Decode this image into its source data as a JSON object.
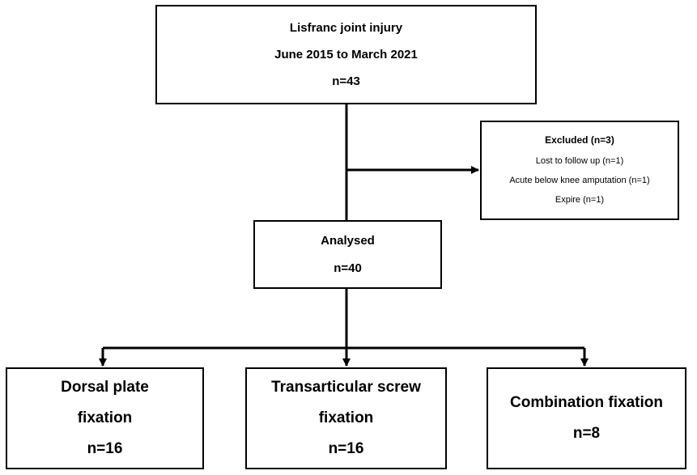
{
  "top_box": {
    "line1": "Lisfranc joint injury",
    "line2": "June 2015 to March 2021",
    "line3": "n=43"
  },
  "excluded_box": {
    "title": "Excluded (n=3)",
    "items": [
      "Lost to follow up (n=1)",
      "Acute below knee amputation (n=1)",
      "Expire (n=1)"
    ]
  },
  "analysed_box": {
    "line1": "Analysed",
    "line2": "n=40"
  },
  "groups": [
    {
      "line1": "Dorsal plate",
      "line2": "fixation",
      "count": "n=16"
    },
    {
      "line1": "Transarticular screw",
      "line2": "fixation",
      "count": "n=16"
    },
    {
      "line1": "Combination fixation",
      "count": "n=8"
    }
  ]
}
